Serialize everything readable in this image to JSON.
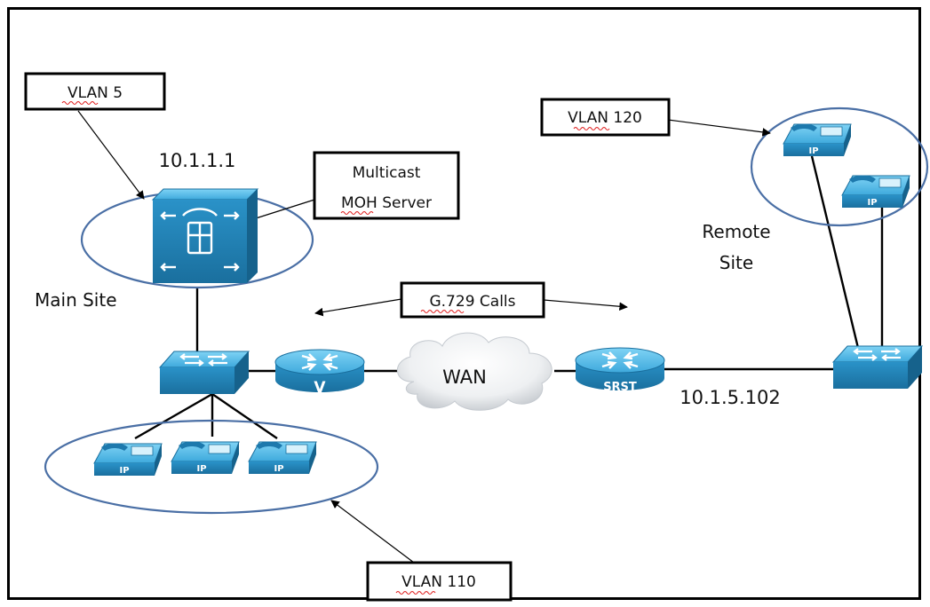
{
  "labels": {
    "vlan5": "VLAN 5",
    "ip_moh": "10.1.1.1",
    "moh_line1": "Multicast",
    "moh_line2": "MOH Server",
    "main_site": "Main Site",
    "g729": "G.729 Calls",
    "wan": "WAN",
    "srst": "SRST",
    "router_v": "V",
    "ip_remote": "10.1.5.102",
    "vlan120": "VLAN 120",
    "remote_line1": "Remote",
    "remote_line2": "Site",
    "vlan110": "VLAN 110",
    "phone_ip": "IP"
  },
  "colors": {
    "device_light": "#45b6e6",
    "device_mid": "#2a92c8",
    "device_dark": "#1a6f9e",
    "ellipse_stroke": "#4a6fa5",
    "text": "#111111"
  },
  "icons": {
    "moh_server": "voice-server-icon",
    "switch": "switch-icon",
    "router": "router-icon",
    "phone": "ip-phone-icon",
    "cloud": "wan-cloud-icon"
  }
}
